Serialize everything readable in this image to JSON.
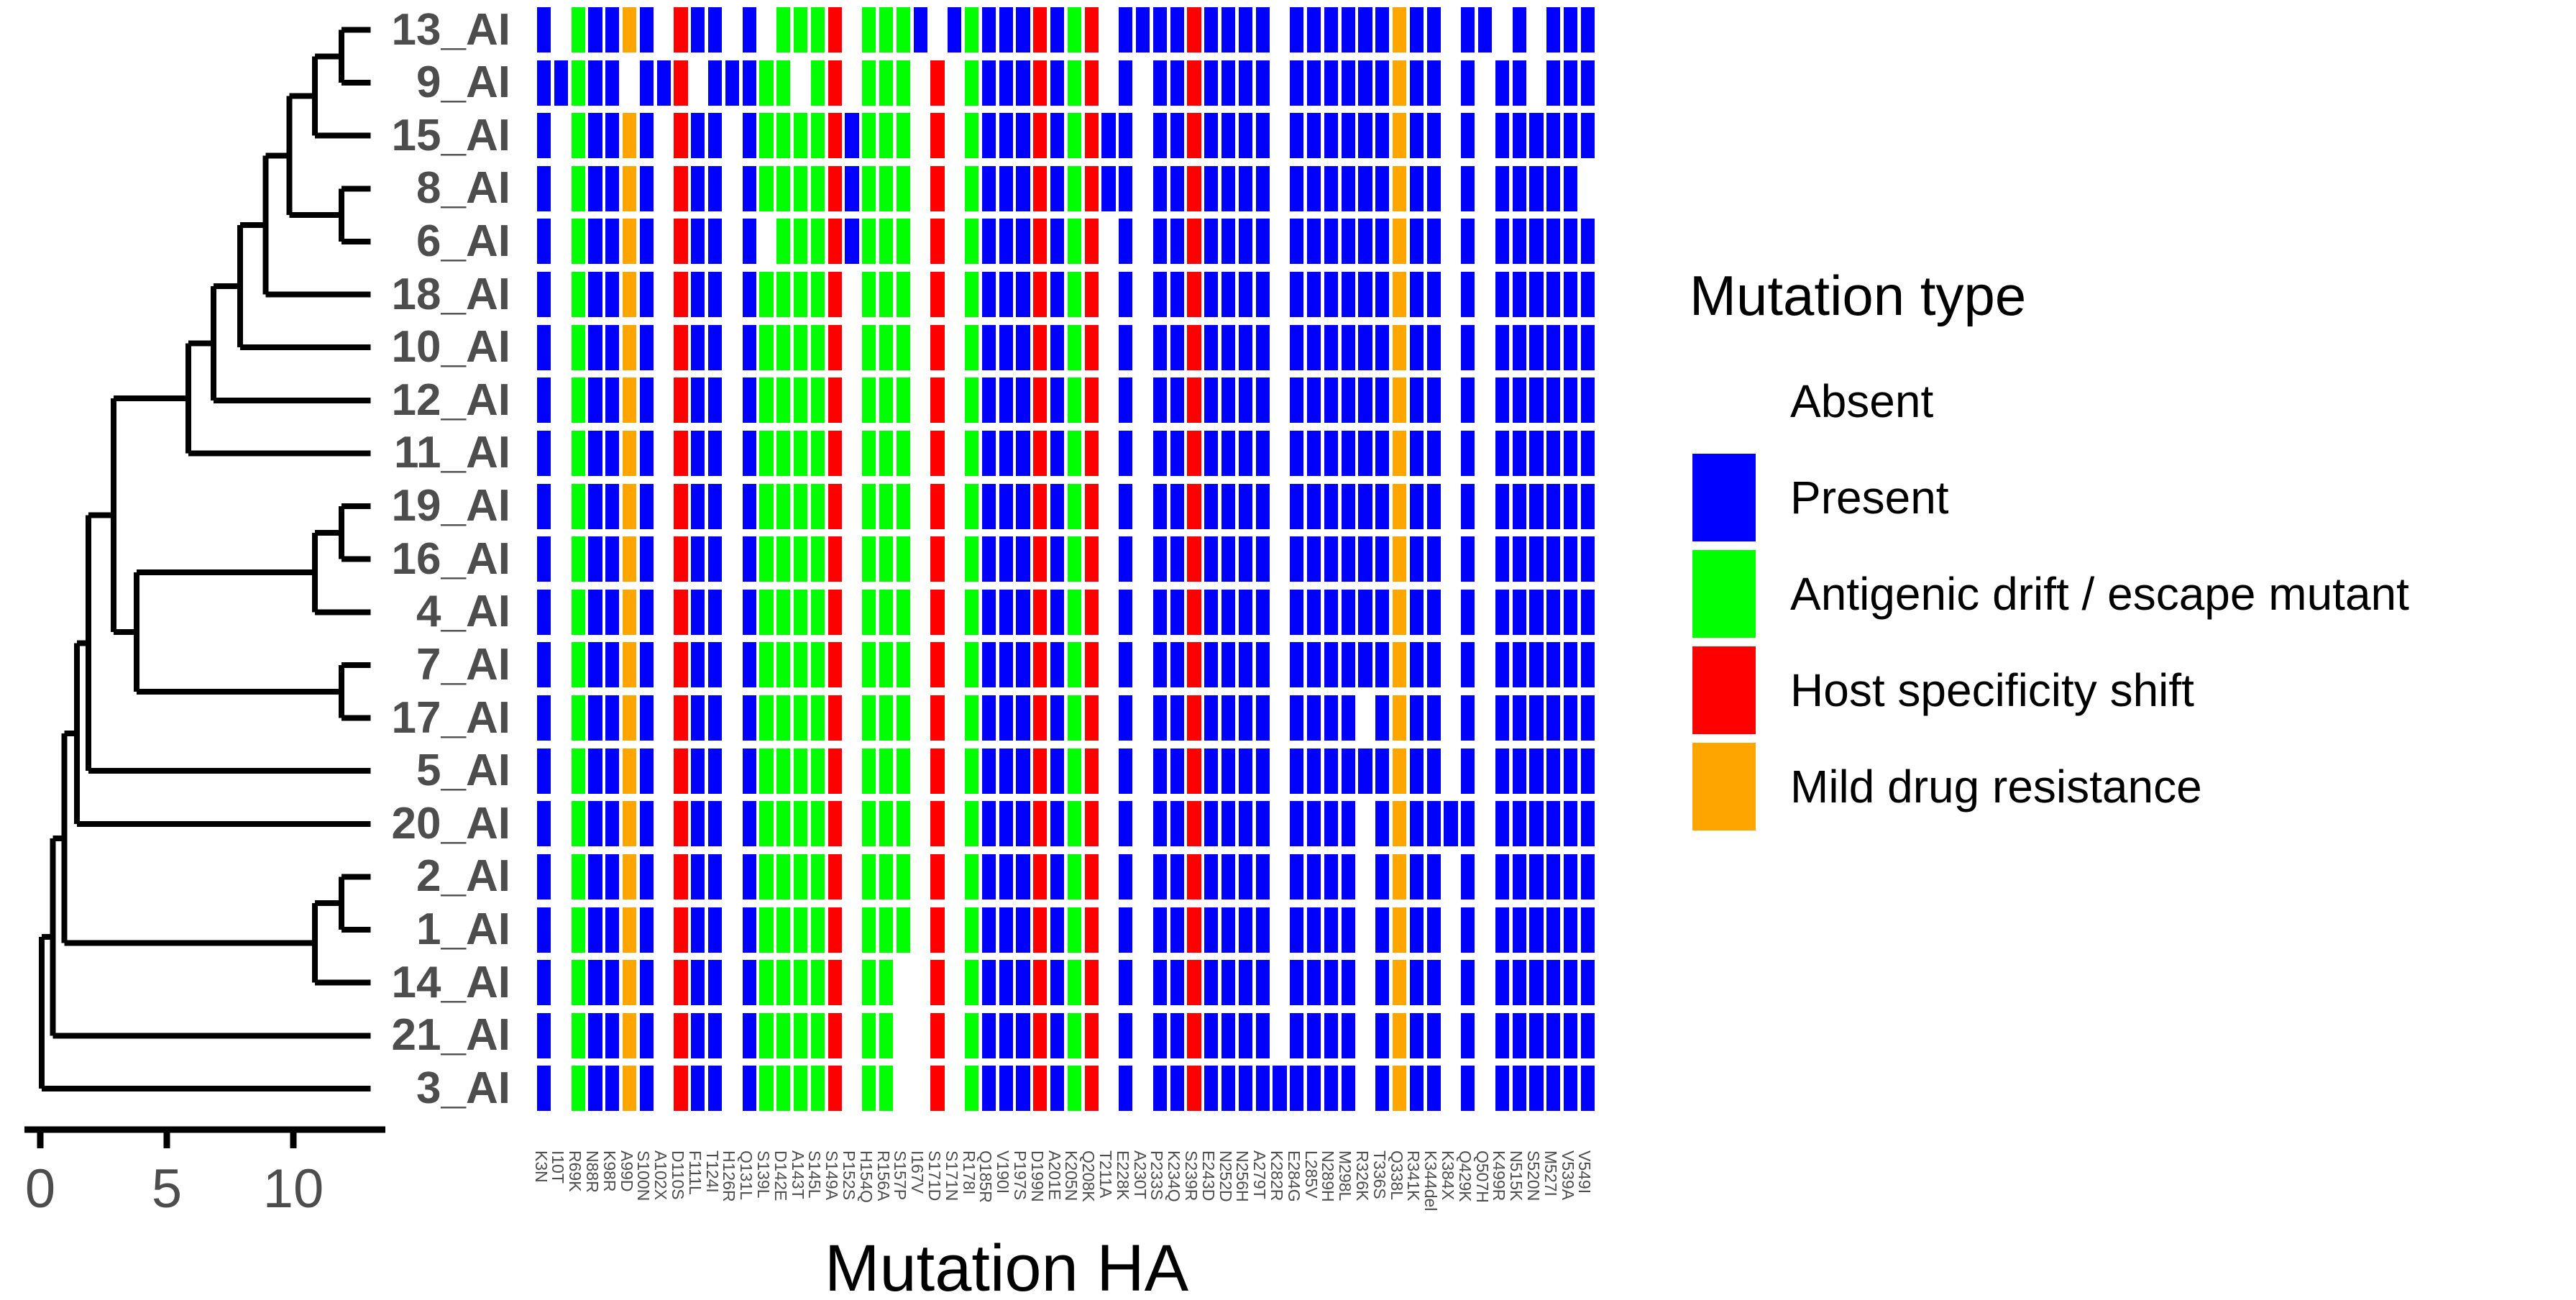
{
  "colors": {
    "present": "#0000FF",
    "antigenic": "#00FF00",
    "host": "#FF0000",
    "drug": "#FFA500",
    "absent": "#FFFFFF",
    "axis_text": "#4D4D4D",
    "tree_line": "#000000"
  },
  "axis_x": {
    "label": "Mutation HA"
  },
  "legend": {
    "title": "Mutation type",
    "entries": [
      {
        "label": "Absent",
        "type": "absent"
      },
      {
        "label": "Present",
        "type": "present"
      },
      {
        "label": "Antigenic drift / escape mutant",
        "type": "antigenic"
      },
      {
        "label": "Host specificity shift",
        "type": "host"
      },
      {
        "label": "Mild drug resistance",
        "type": "drug"
      }
    ]
  },
  "chart_data": {
    "type": "heatmap",
    "xlabel": "Mutation HA",
    "legend_title": "Mutation type",
    "legend_position": "right",
    "mutation_types": {
      "p": "Present",
      "a": "Antigenic drift / escape mutant",
      "h": "Host specificity shift",
      "d": "Mild drug resistance"
    },
    "columns": [
      [
        "K3N",
        "p"
      ],
      [
        "I10T",
        "p"
      ],
      [
        "R69K",
        "a"
      ],
      [
        "N88R",
        "p"
      ],
      [
        "K98R",
        "p"
      ],
      [
        "A99D",
        "d"
      ],
      [
        "S100N",
        "p"
      ],
      [
        "A102X",
        "p"
      ],
      [
        "D110S",
        "h"
      ],
      [
        "F111L",
        "p"
      ],
      [
        "T124I",
        "p"
      ],
      [
        "H126R",
        "p"
      ],
      [
        "Q131L",
        "p"
      ],
      [
        "S139L",
        "a"
      ],
      [
        "D142E",
        "a"
      ],
      [
        "A143T",
        "a"
      ],
      [
        "S145L",
        "a"
      ],
      [
        "S149A",
        "h"
      ],
      [
        "P152S",
        "p"
      ],
      [
        "H154Q",
        "a"
      ],
      [
        "R156A",
        "a"
      ],
      [
        "S157P",
        "a"
      ],
      [
        "I167V",
        "p"
      ],
      [
        "S171D",
        "h"
      ],
      [
        "S171N",
        "p"
      ],
      [
        "R178I",
        "a"
      ],
      [
        "Q185R",
        "p"
      ],
      [
        "V190I",
        "p"
      ],
      [
        "P197S",
        "p"
      ],
      [
        "D199N",
        "h"
      ],
      [
        "A201E",
        "p"
      ],
      [
        "K205N",
        "a"
      ],
      [
        "Q208K",
        "h"
      ],
      [
        "T211A",
        "p"
      ],
      [
        "E228K",
        "p"
      ],
      [
        "A230T",
        "p"
      ],
      [
        "P233S",
        "p"
      ],
      [
        "K234Q",
        "p"
      ],
      [
        "S239R",
        "h"
      ],
      [
        "E243D",
        "p"
      ],
      [
        "N252D",
        "p"
      ],
      [
        "N256H",
        "p"
      ],
      [
        "A279T",
        "p"
      ],
      [
        "K282R",
        "p"
      ],
      [
        "E284G",
        "p"
      ],
      [
        "L285V",
        "p"
      ],
      [
        "N289H",
        "p"
      ],
      [
        "M298L",
        "p"
      ],
      [
        "R326K",
        "p"
      ],
      [
        "T336S",
        "p"
      ],
      [
        "Q338L",
        "d"
      ],
      [
        "R341K",
        "p"
      ],
      [
        "K344del",
        "p"
      ],
      [
        "K384X",
        "p"
      ],
      [
        "Q429K",
        "p"
      ],
      [
        "Q507H",
        "p"
      ],
      [
        "K499R",
        "p"
      ],
      [
        "N515K",
        "p"
      ],
      [
        "S520N",
        "p"
      ],
      [
        "M527I",
        "p"
      ],
      [
        "V539A",
        "p"
      ],
      [
        "V549I",
        "p"
      ]
    ],
    "rows": [
      [
        "13_AI",
        [
          2,
          8,
          12,
          14,
          19,
          24,
          34,
          44,
          54,
          57,
          59
        ]
      ],
      [
        "9_AI",
        [
          6,
          10,
          16,
          19,
          23,
          25,
          34,
          36,
          44,
          54,
          56,
          59
        ]
      ],
      [
        "15_AI",
        [
          2,
          8,
          12,
          23,
          25,
          36,
          44,
          54,
          56
        ]
      ],
      [
        "8_AI",
        [
          2,
          8,
          12,
          23,
          25,
          36,
          44,
          54,
          56,
          62
        ]
      ],
      [
        "6_AI",
        [
          2,
          8,
          12,
          14,
          23,
          25,
          34,
          36,
          44,
          54,
          56
        ]
      ],
      [
        "18_AI",
        [
          2,
          8,
          12,
          19,
          23,
          25,
          34,
          36,
          44,
          54,
          56
        ]
      ],
      [
        "10_AI",
        [
          2,
          8,
          12,
          19,
          23,
          25,
          34,
          36,
          44,
          54,
          56
        ]
      ],
      [
        "12_AI",
        [
          2,
          8,
          12,
          19,
          23,
          25,
          34,
          36,
          44,
          54,
          56
        ]
      ],
      [
        "11_AI",
        [
          2,
          8,
          12,
          19,
          23,
          25,
          34,
          36,
          44,
          54,
          56
        ]
      ],
      [
        "19_AI",
        [
          2,
          8,
          12,
          19,
          23,
          25,
          34,
          36,
          44,
          54,
          56
        ]
      ],
      [
        "16_AI",
        [
          2,
          8,
          12,
          19,
          23,
          25,
          34,
          36,
          44,
          54,
          56
        ]
      ],
      [
        "4_AI",
        [
          2,
          8,
          12,
          19,
          23,
          25,
          34,
          36,
          44,
          54,
          56
        ]
      ],
      [
        "7_AI",
        [
          2,
          8,
          12,
          19,
          23,
          25,
          34,
          36,
          44,
          54,
          56
        ]
      ],
      [
        "17_AI",
        [
          2,
          8,
          12,
          19,
          23,
          25,
          34,
          36,
          44,
          49,
          54,
          56
        ]
      ],
      [
        "5_AI",
        [
          2,
          8,
          12,
          19,
          23,
          25,
          34,
          36,
          44,
          54,
          56
        ]
      ],
      [
        "20_AI",
        [
          2,
          8,
          12,
          19,
          23,
          25,
          34,
          36,
          44,
          49,
          56
        ]
      ],
      [
        "2_AI",
        [
          2,
          8,
          12,
          19,
          23,
          25,
          34,
          36,
          44,
          49,
          54,
          56
        ]
      ],
      [
        "1_AI",
        [
          2,
          8,
          12,
          19,
          23,
          25,
          34,
          36,
          44,
          49,
          54,
          56
        ]
      ],
      [
        "14_AI",
        [
          2,
          8,
          12,
          19,
          22,
          23,
          25,
          34,
          36,
          44,
          49,
          54,
          56
        ]
      ],
      [
        "21_AI",
        [
          2,
          8,
          12,
          19,
          22,
          23,
          25,
          34,
          36,
          44,
          49,
          54,
          56
        ]
      ],
      [
        "3_AI",
        [
          2,
          8,
          12,
          19,
          22,
          23,
          25,
          34,
          36,
          49,
          54,
          56
        ]
      ]
    ],
    "scale_axis": {
      "ticks": [
        0,
        5,
        10
      ]
    },
    "tree": {
      "d": 0.06,
      "c": [
        {
          "d": 0.5,
          "c": [
            {
              "d": 0.95,
              "c": [
                {
                  "d": 1.45,
                  "c": [
                    {
                      "d": 1.9,
                      "c": [
                        {
                          "d": 2.9,
                          "c": [
                            {
                              "d": 5.85,
                              "c": [
                                {
                                  "d": 6.85,
                                  "c": [
                                    {
                                      "d": 7.9,
                                      "c": [
                                        {
                                          "d": 8.9,
                                          "c": [
                                            {
                                              "d": 9.85,
                                              "c": [
                                                {
                                                  "d": 10.85,
                                                  "c": [
                                                    {
                                                      "d": 11.9,
                                                      "c": [
                                                        {
                                                          "t": "13_AI"
                                                        },
                                                        {
                                                          "t": "9_AI"
                                                        }
                                                      ]
                                                    },
                                                    {
                                                      "t": "15_AI"
                                                    }
                                                  ]
                                                },
                                                {
                                                  "d": 11.9,
                                                  "c": [
                                                    {
                                                      "t": "8_AI"
                                                    },
                                                    {
                                                      "t": "6_AI"
                                                    }
                                                  ]
                                                }
                                              ]
                                            },
                                            {
                                              "t": "18_AI"
                                            }
                                          ]
                                        },
                                        {
                                          "t": "10_AI"
                                        }
                                      ]
                                    },
                                    {
                                      "t": "12_AI"
                                    }
                                  ]
                                },
                                {
                                  "t": "11_AI"
                                }
                              ]
                            },
                            {
                              "d": 3.8,
                              "c": [
                                {
                                  "d": 10.85,
                                  "c": [
                                    {
                                      "d": 11.9,
                                      "c": [
                                        {
                                          "t": "19_AI"
                                        },
                                        {
                                          "t": "16_AI"
                                        }
                                      ]
                                    },
                                    {
                                      "t": "4_AI"
                                    }
                                  ]
                                },
                                {
                                  "d": 11.9,
                                  "c": [
                                    {
                                      "t": "7_AI"
                                    },
                                    {
                                      "t": "17_AI"
                                    }
                                  ]
                                }
                              ]
                            }
                          ]
                        },
                        {
                          "t": "5_AI"
                        }
                      ]
                    },
                    {
                      "t": "20_AI"
                    }
                  ]
                },
                {
                  "d": 10.85,
                  "c": [
                    {
                      "d": 11.9,
                      "c": [
                        {
                          "t": "2_AI"
                        },
                        {
                          "t": "1_AI"
                        }
                      ]
                    },
                    {
                      "t": "14_AI"
                    }
                  ]
                }
              ]
            },
            {
              "t": "21_AI"
            }
          ]
        },
        {
          "t": "3_AI"
        }
      ]
    }
  }
}
